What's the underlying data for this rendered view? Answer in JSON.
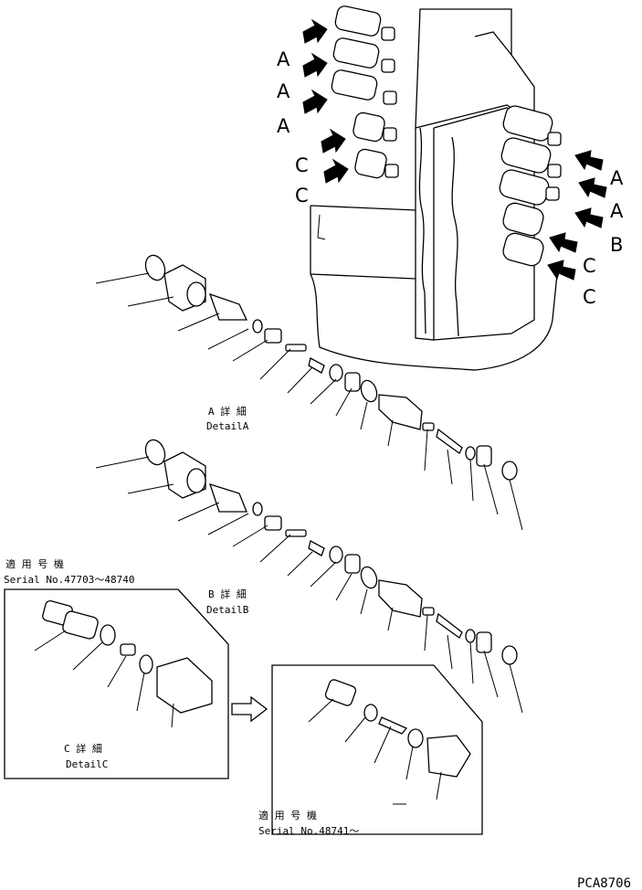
{
  "valve_callouts": {
    "left": [
      "A",
      "A",
      "A",
      "C",
      "C"
    ],
    "right": [
      "A",
      "A",
      "B",
      "C",
      "C"
    ]
  },
  "detail_a": {
    "jp": "A 詳 細",
    "en": "DetailA"
  },
  "detail_b": {
    "jp": "B 詳 細",
    "en": "DetailB"
  },
  "detail_c": {
    "jp": "C 詳 細",
    "en": "DetailC"
  },
  "serial_old": {
    "jp": "適 用 号 機",
    "en": "Serial No.47703～48740"
  },
  "serial_new": {
    "jp": "適 用 号 機",
    "en": "Serial No.48741～"
  },
  "drawing_code": "PCA8706",
  "icons": {
    "callout_arrow": "arrow-icon",
    "change_arrow": "hollow-arrow-icon"
  }
}
